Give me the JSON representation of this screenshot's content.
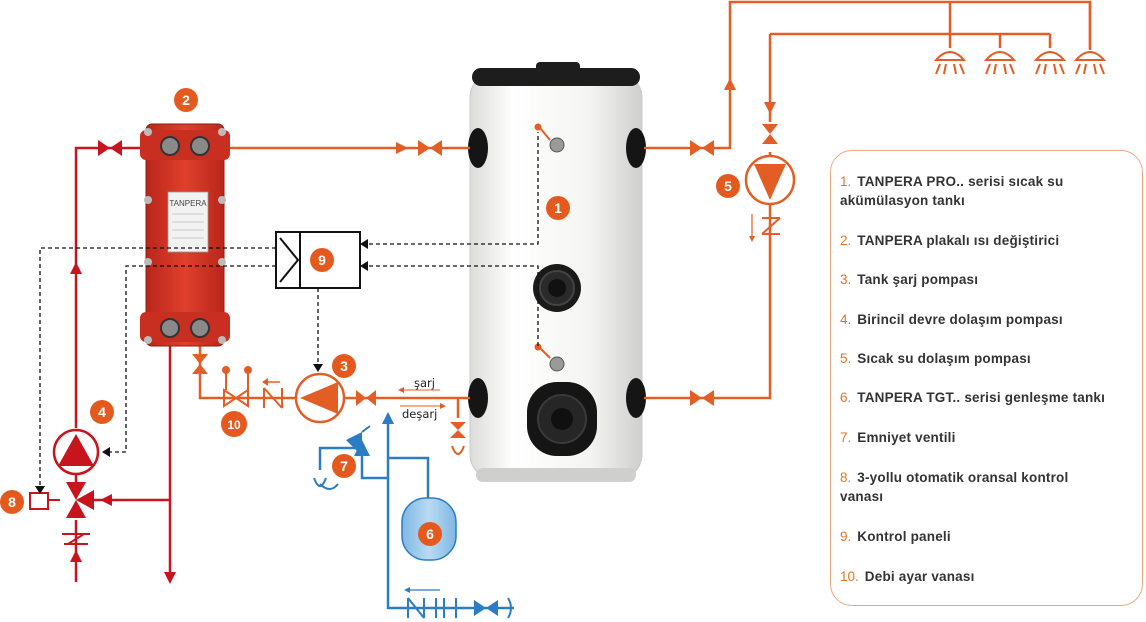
{
  "colors": {
    "primary_red": "#c8141c",
    "secondary_orange": "#e35e25",
    "cold_blue": "#2a7cc4",
    "badge_orange": "#e45a1e",
    "legend_number_orange": "#e37427",
    "legend_border": "#e8a882",
    "tank_white": "#f7f7f5"
  },
  "badges": {
    "b1": "1",
    "b2": "2",
    "b3": "3",
    "b4": "4",
    "b5": "5",
    "b6": "6",
    "b7": "7",
    "b8": "8",
    "b9": "9",
    "b10": "10"
  },
  "flow_labels": {
    "charge": "şarj",
    "discharge": "deşarj"
  },
  "exchanger_plate_label": "TANPERA",
  "legend": [
    {
      "number": "1.",
      "text": "TANPERA PRO.. serisi sıcak su akümülasyon tankı"
    },
    {
      "number": "2.",
      "text": "TANPERA plakalı ısı değiştirici"
    },
    {
      "number": "3.",
      "text": "Tank şarj pompası"
    },
    {
      "number": "4.",
      "text": "Birincil devre dolaşım pompası"
    },
    {
      "number": "5.",
      "text": "Sıcak su dolaşım pompası"
    },
    {
      "number": "6.",
      "text": "TANPERA TGT.. serisi genleşme tankı"
    },
    {
      "number": "7.",
      "text": "Emniyet ventili"
    },
    {
      "number": "8.",
      "text": "3-yollu otomatik oransal kontrol vanası"
    },
    {
      "number": "9.",
      "text": "Kontrol paneli"
    },
    {
      "number": "10.",
      "text": "Debi ayar vanası"
    }
  ]
}
